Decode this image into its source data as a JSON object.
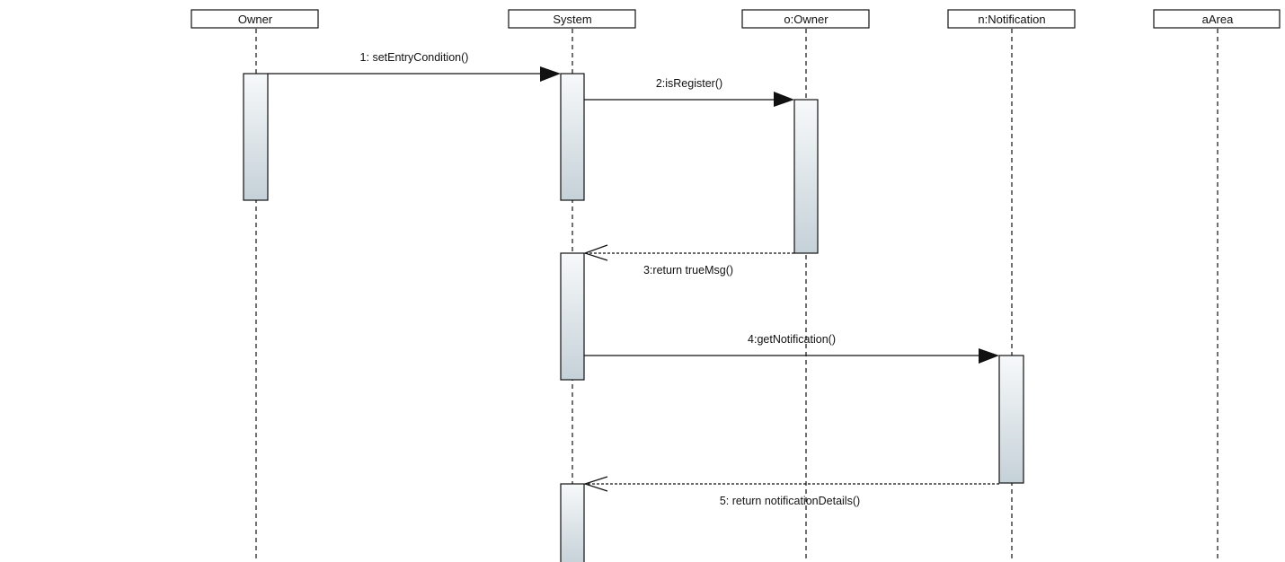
{
  "participants": [
    {
      "id": "p0",
      "label": "Owner"
    },
    {
      "id": "p1",
      "label": "System"
    },
    {
      "id": "p2",
      "label": "o:Owner"
    },
    {
      "id": "p3",
      "label": "n:Notification"
    },
    {
      "id": "p4",
      "label": "aArea"
    }
  ],
  "messages": [
    {
      "label": "1: setEntryCondition()",
      "from": "Owner",
      "to": "System",
      "style": "synchronous"
    },
    {
      "label": "2:isRegister()",
      "from": "System",
      "to": "o:Owner",
      "style": "synchronous"
    },
    {
      "label": "3:return trueMsg()",
      "from": "o:Owner",
      "to": "System",
      "style": "return"
    },
    {
      "label": "4:getNotification()",
      "from": "System",
      "to": "n:Notification",
      "style": "synchronous"
    },
    {
      "label": "5: return notificationDetails()",
      "from": "n:Notification",
      "to": "System",
      "style": "return"
    }
  ],
  "colors": {
    "line": "#111111",
    "activation_top": "#f7f9fa",
    "activation_bottom": "#c5d1d8"
  }
}
